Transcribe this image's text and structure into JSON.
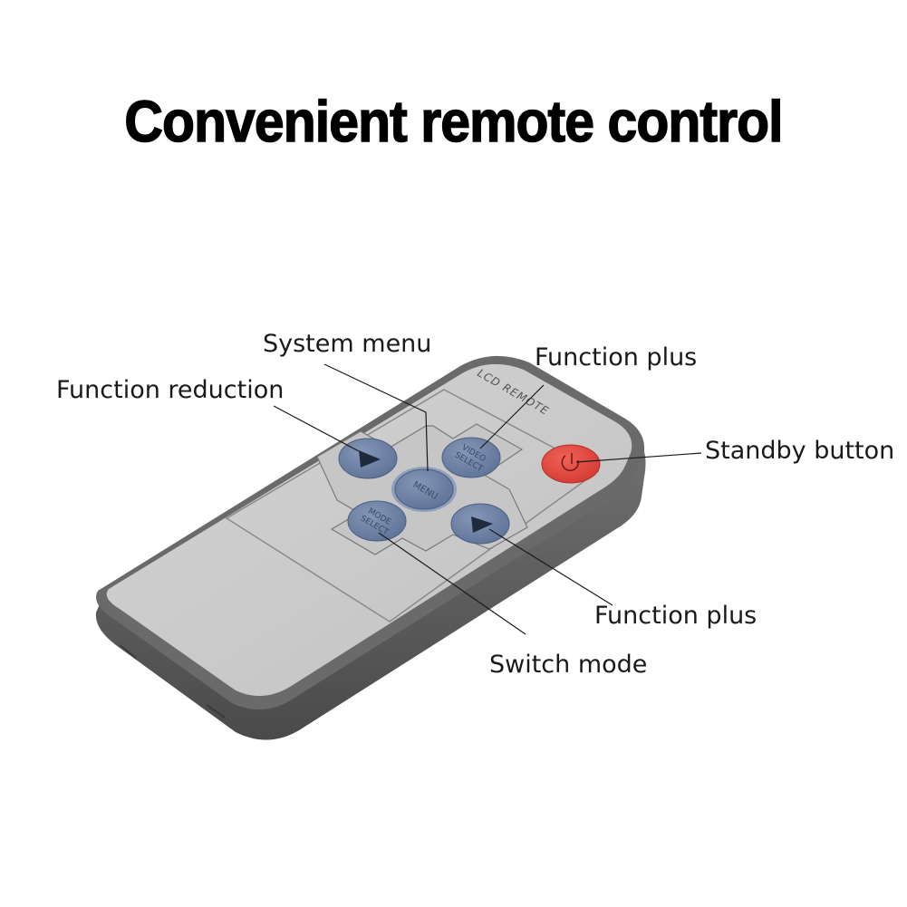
{
  "title": "Convenient remote control",
  "remote": {
    "model_label": "LCD REMOTE",
    "buttons": {
      "menu": "MENU",
      "video_select_1": "VIDEO",
      "video_select_2": "SELECT",
      "mode_select_1": "MODE",
      "mode_select_2": "SELECT"
    }
  },
  "callouts": {
    "system_menu": "System menu",
    "function_reduction": "Function reduction",
    "function_plus_top": "Function plus",
    "standby_button": "Standby button",
    "function_plus_bottom": "Function plus",
    "switch_mode": "Switch mode"
  },
  "colors": {
    "body_face": "#c9c9c9",
    "body_edge": "#5e5e5e",
    "button_blue": "#6f84a8",
    "power_red": "#e0473e"
  },
  "icons": [
    "power-icon",
    "left-arrow-icon",
    "right-arrow-icon"
  ]
}
